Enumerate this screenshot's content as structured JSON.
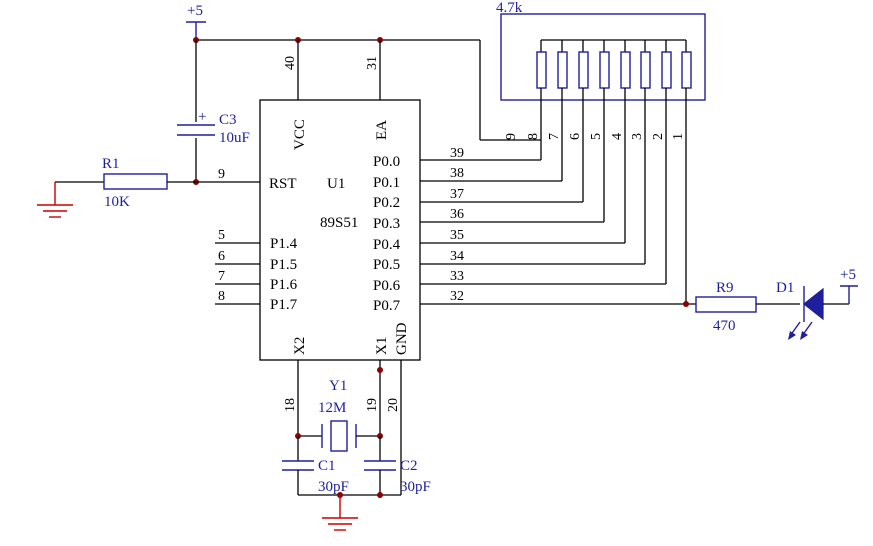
{
  "supply_label": "+5",
  "chip": {
    "ref": "U1",
    "part": "89S51",
    "top_pins": [
      {
        "num": "40",
        "name": "VCC"
      },
      {
        "num": "31",
        "name": "EA"
      }
    ],
    "rst": {
      "num": "9",
      "name": "RST"
    },
    "port0": [
      {
        "num": "39",
        "name": "P0.0"
      },
      {
        "num": "38",
        "name": "P0.1"
      },
      {
        "num": "37",
        "name": "P0.2"
      },
      {
        "num": "36",
        "name": "P0.3"
      },
      {
        "num": "35",
        "name": "P0.4"
      },
      {
        "num": "34",
        "name": "P0.5"
      },
      {
        "num": "33",
        "name": "P0.6"
      },
      {
        "num": "32",
        "name": "P0.7"
      }
    ],
    "port1": [
      {
        "num": "5",
        "name": "P1.4"
      },
      {
        "num": "6",
        "name": "P1.5"
      },
      {
        "num": "7",
        "name": "P1.6"
      },
      {
        "num": "8",
        "name": "P1.7"
      }
    ],
    "bottom_pins": [
      {
        "num": "18",
        "name": "X2"
      },
      {
        "num": "19",
        "name": "X1"
      },
      {
        "num": "20",
        "name": "GND"
      }
    ]
  },
  "components": {
    "c3": {
      "ref": "C3",
      "value": "10uF"
    },
    "r1": {
      "ref": "R1",
      "value": "10K"
    },
    "y1": {
      "ref": "Y1",
      "value": "12M"
    },
    "c1": {
      "ref": "C1",
      "value": "30pF"
    },
    "c2": {
      "ref": "C2",
      "value": "30pF"
    },
    "r9": {
      "ref": "R9",
      "value": "470"
    },
    "d1": {
      "ref": "D1"
    },
    "rn": {
      "value": "4.7k",
      "pins": [
        "9",
        "8",
        "7",
        "6",
        "5",
        "4",
        "3",
        "2",
        "1"
      ]
    }
  },
  "colors": {
    "wire": "#000000",
    "component": "#1f1f9c",
    "ground": "#cc0000",
    "junction": "#8b0000"
  }
}
